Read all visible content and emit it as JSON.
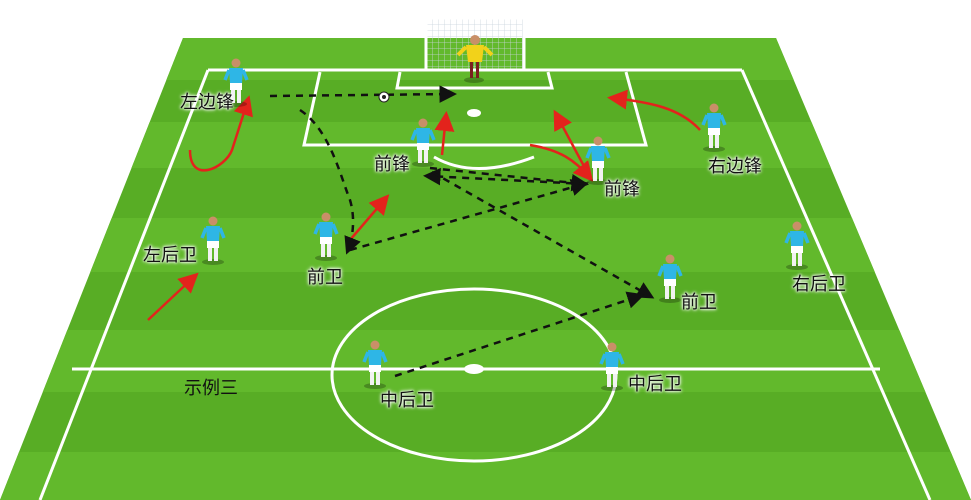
{
  "players": [
    {
      "label": "左边锋",
      "role": "left-winger"
    },
    {
      "label": "前锋",
      "role": "striker-left"
    },
    {
      "label": "前锋",
      "role": "striker-right"
    },
    {
      "label": "右边锋",
      "role": "right-winger"
    },
    {
      "label": "左后卫",
      "role": "left-back"
    },
    {
      "label": "前卫",
      "role": "midfielder-left"
    },
    {
      "label": "前卫",
      "role": "midfielder-right"
    },
    {
      "label": "右后卫",
      "role": "right-back"
    },
    {
      "label": "中后卫",
      "role": "center-back-left"
    },
    {
      "label": "中后卫",
      "role": "center-back-right"
    }
  ],
  "caption": "示例三",
  "colors": {
    "pitch_light": "#5fb52a",
    "pitch_dark": "#4d9f20",
    "player_shirt": "#2eb6e6",
    "goalkeeper_shirt": "#f2d21a",
    "run_arrow": "#e3231c",
    "pass_arrow": "#111111"
  }
}
